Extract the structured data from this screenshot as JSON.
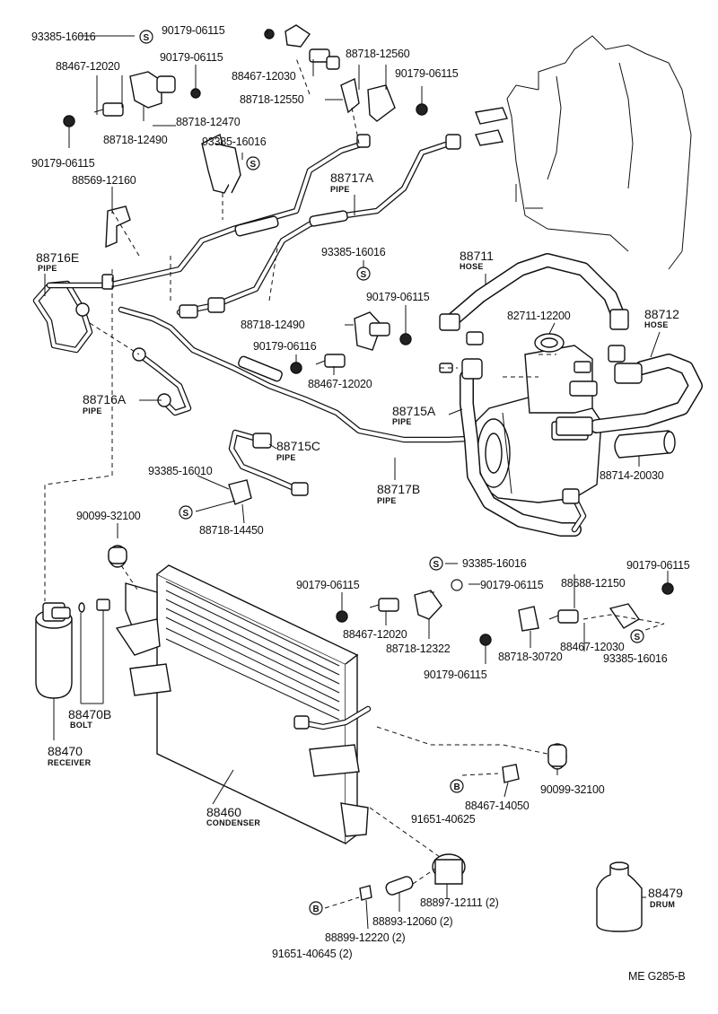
{
  "labels": {
    "l_93385_16016_a": "93385-16016",
    "l_90179_06115_a": "90179-06115",
    "l_88467_12020_a": "88467-12020",
    "l_90179_06115_b": "90179-06115",
    "l_88467_12030_a": "88467-12030",
    "l_88718_12560": "88718-12560",
    "l_90179_06115_c": "90179-06115",
    "l_88718_12550": "88718-12550",
    "l_88718_12470": "88718-12470",
    "l_88718_12490_a": "88718-12490",
    "l_93385_16016_b": "93385-16016",
    "l_90179_06115_d": "90179-06115",
    "l_88569_12160": "88569-12160",
    "l_88717A": "88717A",
    "l_88717A_sub": "PIPE",
    "l_88716E": "88716E",
    "l_88716E_sub": "PIPE",
    "l_93385_16016_c": "93385-16016",
    "l_88711": "88711",
    "l_88711_sub": "HOSE",
    "l_90179_06115_e": "90179-06115",
    "l_82711_12200": "82711-12200",
    "l_88712": "88712",
    "l_88712_sub": "HOSE",
    "l_88718_12490_b": "88718-12490",
    "l_90179_06116": "90179-06116",
    "l_88467_12020_b": "88467-12020",
    "l_88716A": "88716A",
    "l_88716A_sub": "PIPE",
    "l_88715A": "88715A",
    "l_88715A_sub": "PIPE",
    "l_88715C": "88715C",
    "l_88715C_sub": "PIPE",
    "l_93385_16010": "93385-16010",
    "l_88717B": "88717B",
    "l_88717B_sub": "PIPE",
    "l_88714_20030": "88714-20030",
    "l_88718_14450": "88718-14450",
    "l_90099_32100_a": "90099-32100",
    "l_93385_16016_d": "93385-16016",
    "l_90179_06115_f": "90179-06115",
    "l_90179_06115_g": "90179-06115",
    "l_88688_12150": "88688-12150",
    "l_90179_06115_h": "90179-06115",
    "l_88467_12020_c": "88467-12020",
    "l_88718_12322": "88718-12322",
    "l_88718_30720": "88718-30720",
    "l_88467_12030_b": "88467-12030",
    "l_93385_16016_e": "93385-16016",
    "l_90179_06115_i": "90179-06115",
    "l_88470B": "88470B",
    "l_88470B_sub": "BOLT",
    "l_88470": "88470",
    "l_88470_sub": "RECEIVER",
    "l_88460": "88460",
    "l_88460_sub": "CONDENSER",
    "l_88467_14050": "88467-14050",
    "l_90099_32100_b": "90099-32100",
    "l_91651_40625": "91651-40625",
    "l_88897_12111": "88897-12111 (2)",
    "l_88893_12060": "88893-12060 (2)",
    "l_88899_12220": "88899-12220 (2)",
    "l_91651_40645": "91651-40645 (2)",
    "l_88479": "88479",
    "l_88479_sub": "DRUM",
    "l_ref": "ME G285-B"
  },
  "symbols": {
    "s_letter": "S",
    "b_letter": "B"
  }
}
